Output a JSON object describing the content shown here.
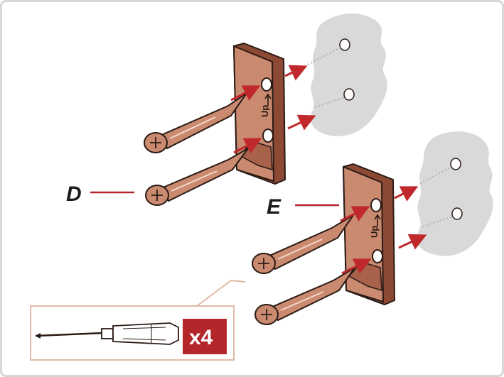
{
  "labels": {
    "screw": "D",
    "bracket": "E"
  },
  "bracket_text": "Up",
  "tool_box": {
    "quantity_badge": "x4"
  },
  "colors": {
    "copper": "#c98a70",
    "copper_dark": "#8c4a35",
    "outline": "#2b1a14",
    "arrow": "#c0282c",
    "wall": "#d9d9d9",
    "badge": "#b3262a",
    "frame": "#d7d7d7"
  },
  "icons": [
    "screwdriver-icon",
    "screw-icon",
    "wall-anchor-icon",
    "bracket-icon",
    "arrow-icon"
  ]
}
